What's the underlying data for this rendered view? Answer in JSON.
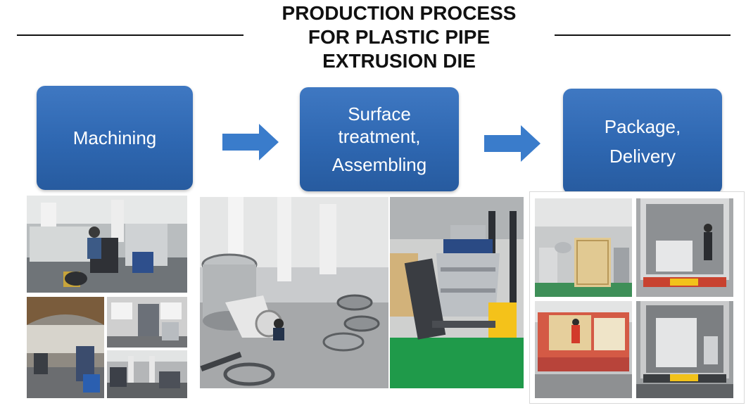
{
  "title": {
    "line1": "PRODUCTION PROCESS",
    "line2": "FOR PLASTIC PIPE",
    "line3": "EXTRUSION DIE"
  },
  "steps": [
    {
      "lines": [
        "Machining"
      ]
    },
    {
      "lines": [
        "Surface",
        "treatment,",
        "Assembling"
      ]
    },
    {
      "lines": [
        "Package,",
        "Delivery"
      ]
    }
  ],
  "colors": {
    "step_box": "#2e67b1",
    "arrow": "#3a7ccb",
    "text": "#111111"
  },
  "icons": [
    "arrow-right-icon",
    "arrow-right-icon"
  ]
}
